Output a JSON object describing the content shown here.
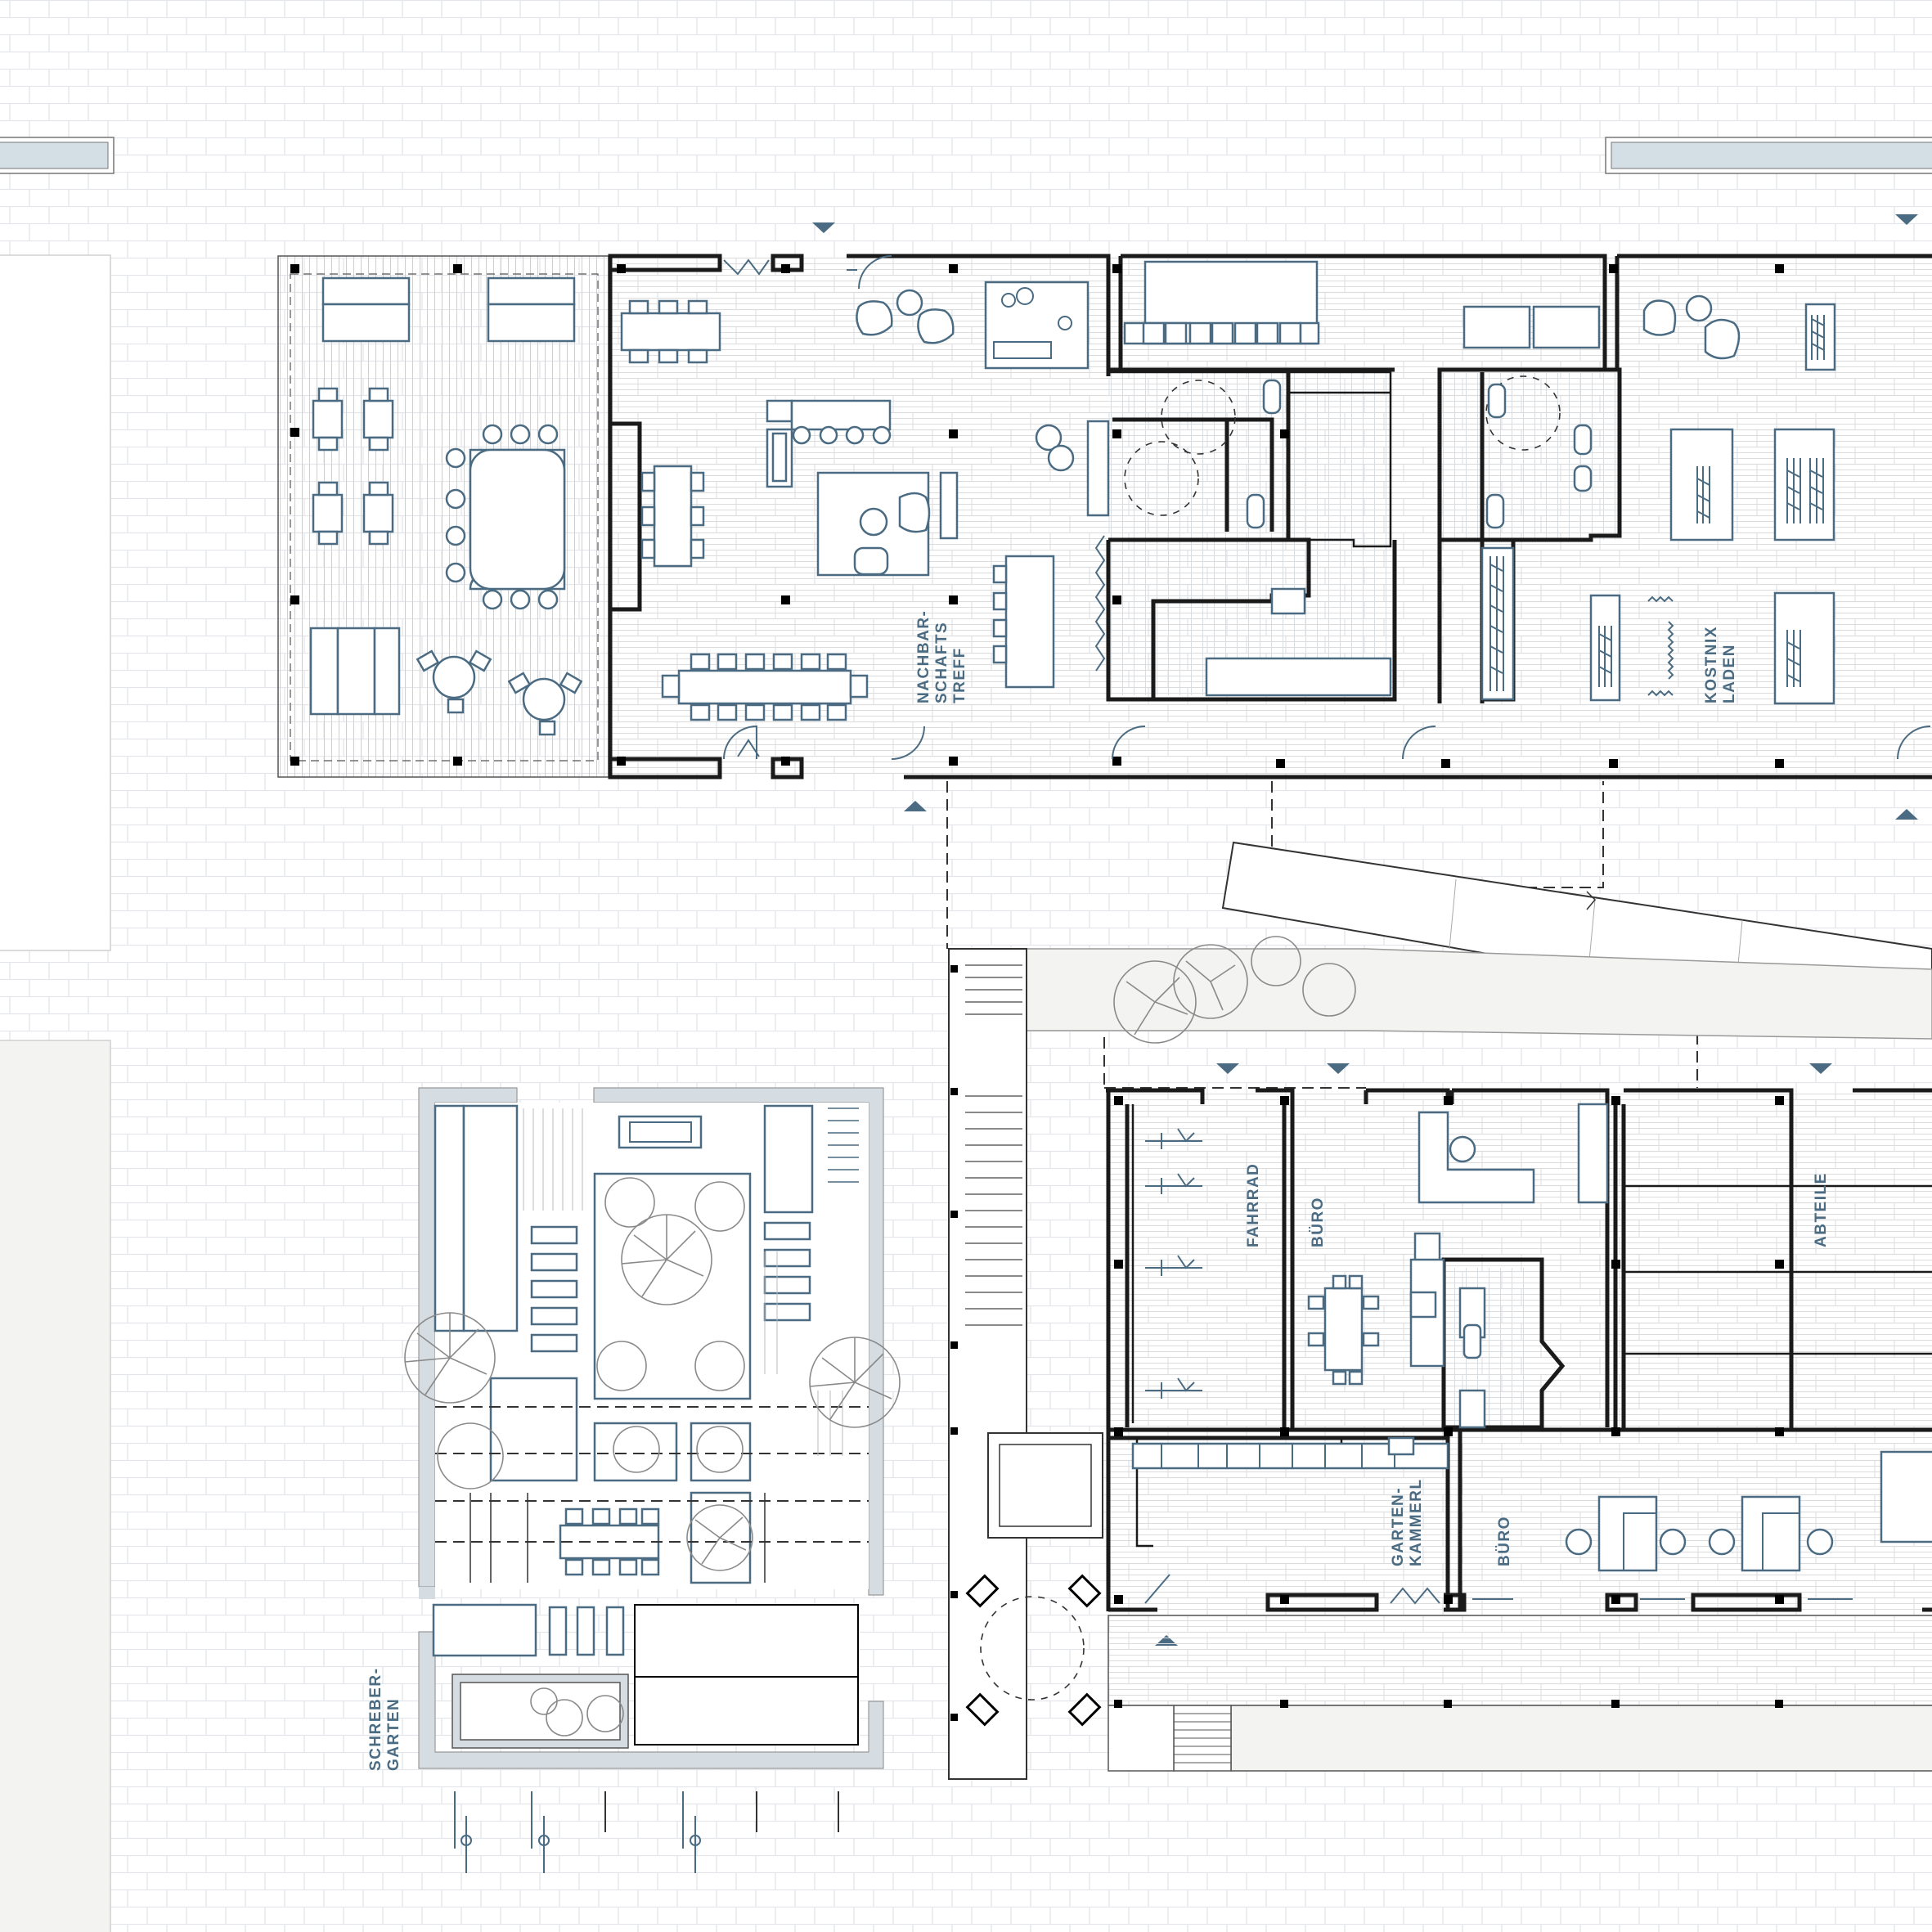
{
  "plan": {
    "labels": {
      "nachbarschaftstreff": [
        "NACHBAR-",
        "SCHAFTS",
        "TREFF"
      ],
      "kostnix_laden": [
        "KOSTNIX",
        "LADEN"
      ],
      "fahrrad": [
        "FAHRRAD"
      ],
      "buero_upper": [
        "BÜRO"
      ],
      "abteile": [
        "ABTEILE"
      ],
      "gartenkammerl": [
        "GARTEN-",
        "KAMMERL"
      ],
      "buero_lower": [
        "BÜRO"
      ],
      "schrebergarten": [
        "SCHREBER-",
        "GARTEN"
      ]
    },
    "colors": {
      "accent": "#4a6b82",
      "wall": "#1a1a1a",
      "window_glass": "#d3dee5",
      "garden_wall": "#d6dde2",
      "paving_line": "#e3e6ea",
      "grey_panel": "#f3f3f1",
      "terrace_line": "#cfcfcf"
    }
  }
}
